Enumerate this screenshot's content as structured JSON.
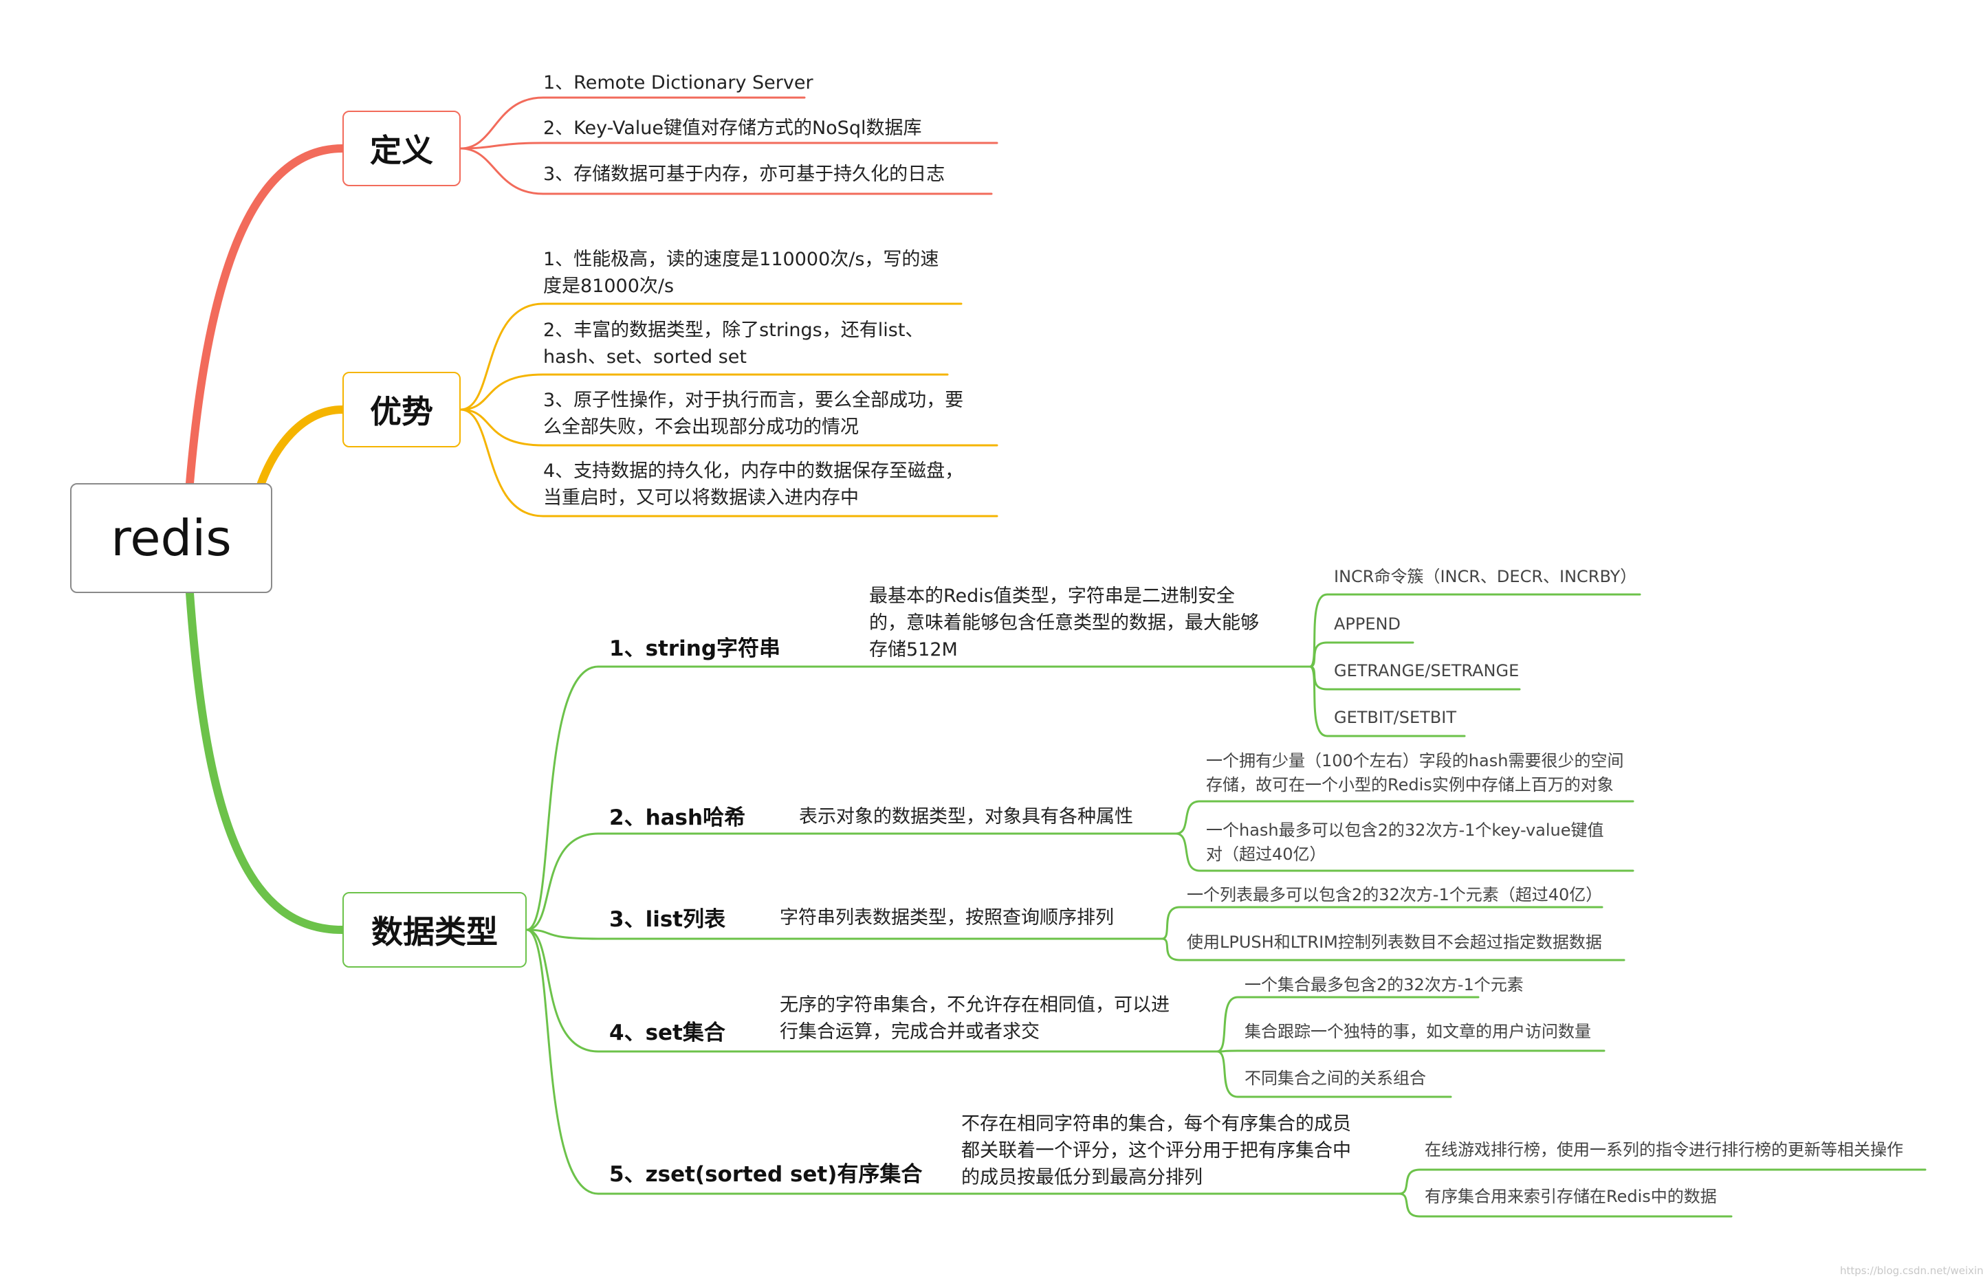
{
  "root": {
    "label": "redis"
  },
  "definition": {
    "label": "定义",
    "items": [
      "1、Remote Dictionary Server",
      "2、Key-Value键值对存储方式的NoSql数据库",
      "3、存储数据可基于内存，亦可基于持久化的日志"
    ]
  },
  "advantages": {
    "label": "优势",
    "items": [
      [
        "1、性能极高，读的速度是110000次/s，写的速",
        "度是81000次/s"
      ],
      [
        "2、丰富的数据类型，除了strings，还有list、",
        "hash、set、sorted set"
      ],
      [
        "3、原子性操作，对于执行而言，要么全部成功，要",
        "么全部失败，不会出现部分成功的情况"
      ],
      [
        "4、支持数据的持久化，内存中的数据保存至磁盘，",
        "当重启时，又可以将数据读入进内存中"
      ]
    ]
  },
  "datatypes": {
    "label": "数据类型",
    "types": [
      {
        "name": "1、string字符串",
        "desc": [
          "最基本的Redis值类型，字符串是二进制安全",
          "的，意味着能够包含任意类型的数据，最大能够",
          "存储512M"
        ],
        "details": [
          "INCR命令簇（INCR、DECR、INCRBY）",
          "APPEND",
          "GETRANGE/SETRANGE",
          "GETBIT/SETBIT"
        ]
      },
      {
        "name": "2、hash哈希",
        "desc": [
          "表示对象的数据类型，对象具有各种属性"
        ],
        "details": [
          [
            "一个拥有少量（100个左右）字段的hash需要很少的空间",
            "存储，故可在一个小型的Redis实例中存储上百万的对象"
          ],
          [
            "一个hash最多可以包含2的32次方-1个key-value键值",
            "对（超过40亿）"
          ]
        ]
      },
      {
        "name": "3、list列表",
        "desc": [
          "字符串列表数据类型，按照查询顺序排列"
        ],
        "details": [
          "一个列表最多可以包含2的32次方-1个元素（超过40亿）",
          "使用LPUSH和LTRIM控制列表数目不会超过指定数据数据"
        ]
      },
      {
        "name": "4、set集合",
        "desc": [
          "无序的字符串集合，不允许存在相同值，可以进",
          "行集合运算，完成合并或者求交"
        ],
        "details": [
          "一个集合最多包含2的32次方-1个元素",
          "集合跟踪一个独特的事，如文章的用户访问数量",
          "不同集合之间的关系组合"
        ]
      },
      {
        "name": "5、zset(sorted set)有序集合",
        "desc": [
          "不存在相同字符串的集合，每个有序集合的成员",
          "都关联着一个评分，这个评分用于把有序集合中",
          "的成员按最低分到最高分排列"
        ],
        "details": [
          "在线游戏排行榜，使用一系列的指令进行排行榜的更新等相关操作",
          "有序集合用来索引存储在Redis中的数据"
        ]
      }
    ]
  },
  "colors": {
    "definition": "#f26b5b",
    "advantages": "#f5b400",
    "datatypes": "#6cc24a",
    "root_border": "#8a8a8a"
  },
  "watermark": "https://blog.csdn.net/weixin_xyz"
}
